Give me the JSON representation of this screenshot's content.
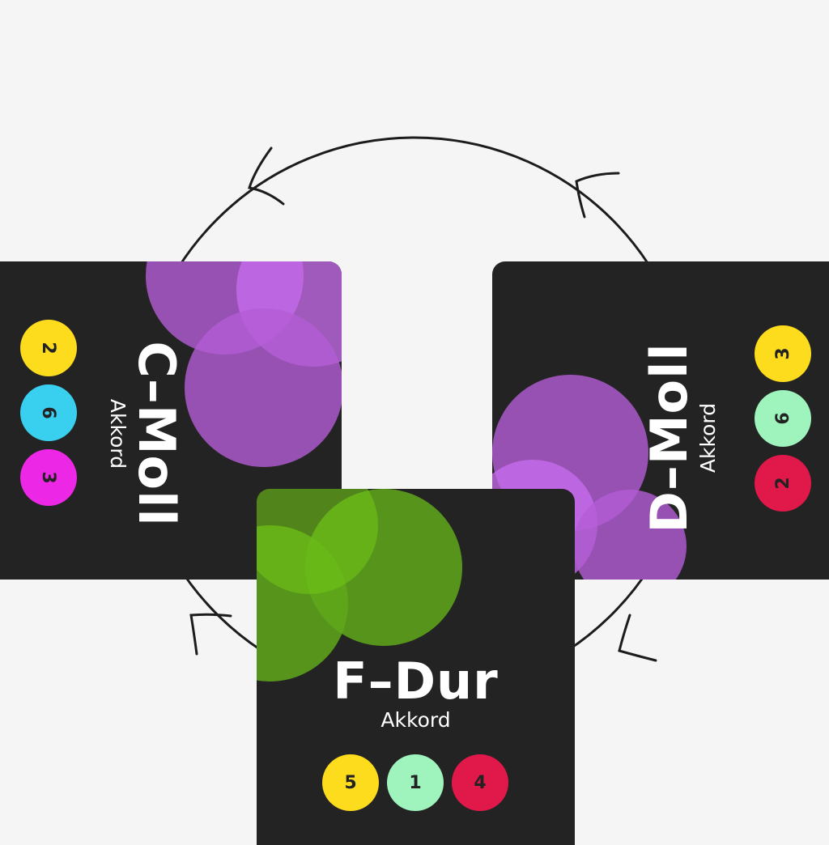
{
  "cards": {
    "c_moll": {
      "title": "C–Moll",
      "subtitle": "Akkord",
      "blob_color": "#b45cd6",
      "degrees": [
        {
          "label": "2",
          "color": "#fddb1d"
        },
        {
          "label": "6",
          "color": "#39cfee"
        },
        {
          "label": "3",
          "color": "#ec28e6"
        }
      ]
    },
    "d_moll": {
      "title": "D–Moll",
      "subtitle": "Akkord",
      "blob_color": "#b45cd6",
      "degrees": [
        {
          "label": "3",
          "color": "#fddb1d"
        },
        {
          "label": "6",
          "color": "#9ff4bd"
        },
        {
          "label": "2",
          "color": "#e1184a"
        }
      ]
    },
    "f_dur": {
      "title": "F–Dur",
      "subtitle": "Akkord",
      "blob_color": "#5fa81a",
      "degrees": [
        {
          "label": "5",
          "color": "#fddb1d"
        },
        {
          "label": "1",
          "color": "#9ff4bd"
        },
        {
          "label": "4",
          "color": "#e1184a"
        }
      ]
    }
  },
  "colors": {
    "background": "#f5f5f5",
    "card": "#232323",
    "cycle_line": "#1c1c1c"
  }
}
